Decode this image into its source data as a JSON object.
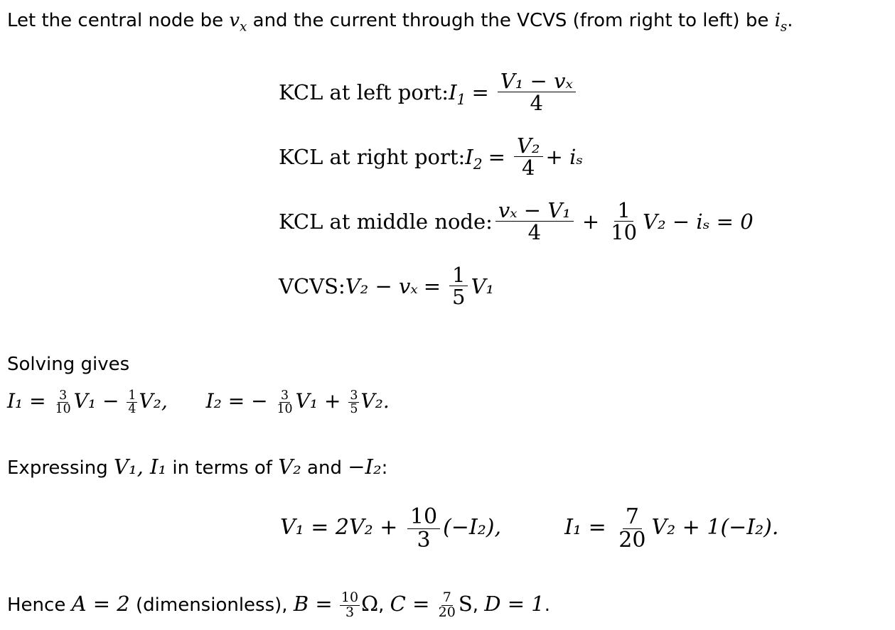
{
  "intro": {
    "t1": "Let the central node be ",
    "vx": "v",
    "vx_sub": "x",
    "t2": " and the current through the VCVS (from right to left) be ",
    "is": "i",
    "is_sub": "s",
    "t3": "."
  },
  "equations": {
    "kcl_left": {
      "label": "KCL at left port: ",
      "lhs": "I",
      "lhs_sub": "1",
      "num": "V₁ − vₓ",
      "den": "4"
    },
    "kcl_right": {
      "label": "KCL at right port: ",
      "lhs": "I",
      "lhs_sub": "2",
      "num": "V₂",
      "den": "4",
      "tail": "+ iₛ"
    },
    "kcl_mid": {
      "label": "KCL at middle node: ",
      "num1": "vₓ − V₁",
      "den1": "4",
      "num2": "1",
      "den2": "10",
      "tail": "V₂ − iₛ = 0"
    },
    "vcvs": {
      "label": "VCVS: ",
      "lhs": "V₂ − vₓ",
      "num": "1",
      "den": "5",
      "tail": "V₁"
    }
  },
  "solving": {
    "text": "Solving gives",
    "i1_lhs": "I₁ =",
    "i1_f1_num": "3",
    "i1_f1_den": "10",
    "i1_mid": "V₁ −",
    "i1_f2_num": "1",
    "i1_f2_den": "4",
    "i1_tail": "V₂,",
    "i2_lhs": "I₂ = −",
    "i2_f1_num": "3",
    "i2_f1_den": "10",
    "i2_mid": "V₁ +",
    "i2_f2_num": "3",
    "i2_f2_den": "5",
    "i2_tail": "V₂."
  },
  "expressing": {
    "t1": "Expressing ",
    "m1": "V₁, I₁",
    "t2": " in terms of ",
    "m2": "V₂",
    "t3": " and ",
    "m3": "−I₂",
    "t4": ":"
  },
  "abcd_eq": {
    "v1_lhs": "V₁ = 2V₂ +",
    "v1_num": "10",
    "v1_den": "3",
    "v1_tail": "(−I₂),",
    "i1_lhs": "I₁ =",
    "i1_num": "7",
    "i1_den": "20",
    "i1_tail": "V₂ + 1(−I₂)."
  },
  "hence": {
    "t1": "Hence ",
    "a_eq": "A = 2",
    "t2": " (dimensionless), ",
    "b_lhs": "B =",
    "b_num": "10",
    "b_den": "3",
    "b_unit": "Ω",
    "t3": ", ",
    "c_lhs": "C =",
    "c_num": "7",
    "c_den": "20",
    "c_unit": "S",
    "t4": ", ",
    "d_eq": "D = 1",
    "t5": "."
  }
}
